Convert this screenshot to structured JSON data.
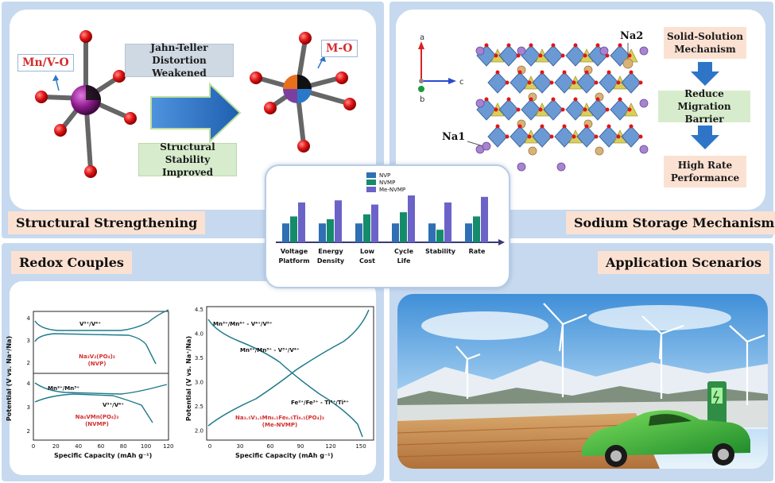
{
  "panels": {
    "structural": {
      "title": "Structural Strengthening",
      "left_label": "Mn/V-O",
      "right_label": "M-O",
      "jt_text": "Jahn-Teller Distortion Weakened",
      "stability_text": "Structural Stability Improved"
    },
    "sodium": {
      "title": "Sodium Storage Mechanism",
      "na1": "Na1",
      "na2": "Na2",
      "axes": {
        "a": "a",
        "b": "b",
        "c": "c"
      },
      "steps": [
        "Solid-Solution Mechanism",
        "Reduce Migration Barrier",
        "High Rate Performance"
      ]
    },
    "redox": {
      "title": "Redox Couples",
      "plot1": {
        "ylabel": "Potential (V vs. Na⁺/Na)",
        "xlabel": "Specific Capacity (mAh g⁻¹)",
        "top_label": "V³⁺/V⁴⁺",
        "top_compound": "Na₃V₂(PO₄)₃",
        "top_compound_tag": "(NVP)",
        "bottom_label1": "Mn²⁺/Mn³⁺",
        "bottom_label2": "V³⁺/V⁴⁺",
        "bottom_compound": "Na₄VMn(PO₄)₃",
        "bottom_compound_tag": "(NVMP)",
        "x_ticks": [
          "0",
          "20",
          "40",
          "60",
          "80",
          "100",
          "120"
        ],
        "y_ticks_top": [
          "4",
          "3",
          "2"
        ],
        "y_ticks_bottom": [
          "4",
          "3",
          "2"
        ]
      },
      "plot2": {
        "ylabel": "Potential (V vs. Na⁺/Na)",
        "xlabel": "Specific Capacity (mAh g⁻¹)",
        "label1": "Mn³⁺/Mn⁴⁺ - V⁴⁺/V⁵⁺",
        "label2": "Mn²⁺/Mn³⁺ - V³⁺/V⁴⁺",
        "label3": "Fe²⁺/Fe³⁺ - Ti³⁺/Ti⁴⁺",
        "compound": "Na₃.₅V₁.₅Mn₀.₅Fe₀.₅Ti₀.₅(PO₄)₃",
        "compound_tag": "(Me-NVMP)",
        "x_ticks": [
          "0",
          "30",
          "60",
          "90",
          "120",
          "150"
        ],
        "y_ticks": [
          "4.5",
          "4.0",
          "3.5",
          "3.0",
          "2.5",
          "2.0"
        ]
      }
    },
    "application": {
      "title": "Application Scenarios"
    }
  },
  "colors": {
    "panel_bg": "#c6d9ef",
    "tag_bg": "#fbe1d2",
    "nvp": "#2f6fb3",
    "nvmp": "#148c6a",
    "me_nvmp": "#6b63c8",
    "arrow": "#2e75c7",
    "oxygen": "#e01515",
    "metal": "#8b1a8b"
  },
  "chart_data": {
    "type": "bar",
    "categories": [
      "Voltage Platform",
      "Energy Density",
      "Low Cost",
      "Cycle Life",
      "Stability",
      "Rate"
    ],
    "category_lines": [
      [
        "Voltage",
        "Platform"
      ],
      [
        "Energy",
        "Density"
      ],
      [
        "Low",
        "Cost"
      ],
      [
        "Cycle",
        "Life"
      ],
      [
        "Stability"
      ],
      [
        "Rate"
      ]
    ],
    "series": [
      {
        "name": "NVP",
        "values": [
          2.7,
          2.7,
          2.7,
          2.7,
          2.7,
          2.7
        ]
      },
      {
        "name": "NVMP",
        "values": [
          3.7,
          3.3,
          4.0,
          4.3,
          1.8,
          3.7
        ]
      },
      {
        "name": "Me-NVMP",
        "values": [
          5.7,
          6.0,
          5.4,
          6.7,
          5.7,
          6.5
        ]
      }
    ],
    "legend": "top-left",
    "grid": false
  }
}
